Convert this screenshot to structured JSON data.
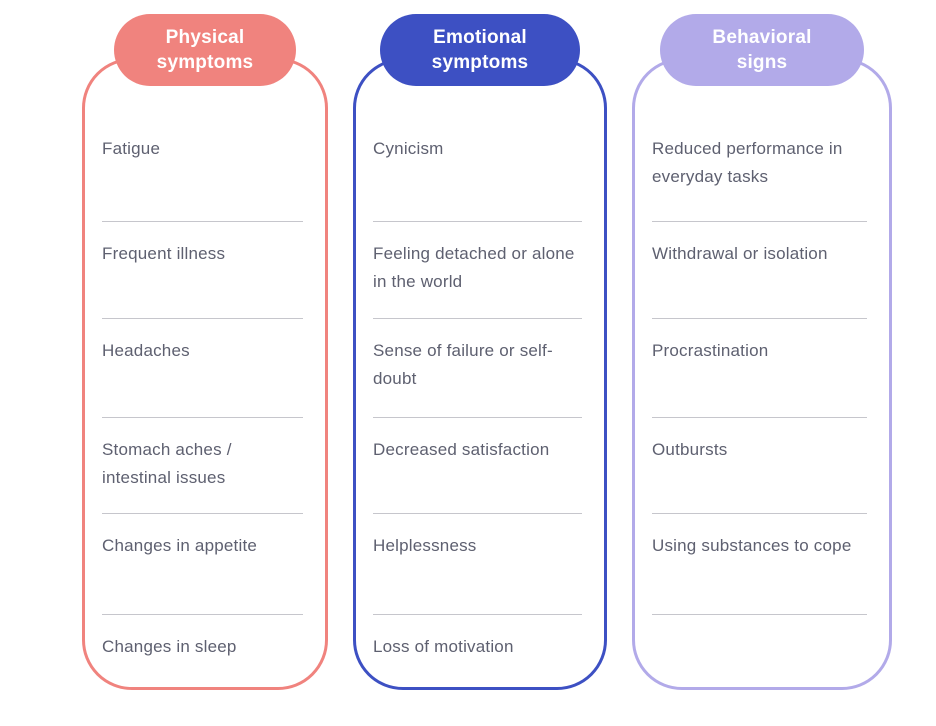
{
  "columns": [
    {
      "header": "Physical symptoms",
      "accent": "#f0837e",
      "items": [
        "Fatigue",
        "Frequent illness",
        "Headaches",
        "Stomach aches / intestinal issues",
        "Changes in appetite",
        "Changes in sleep"
      ]
    },
    {
      "header": "Emotional symptoms",
      "accent": "#3d50c3",
      "items": [
        "Cynicism",
        "Feeling detached or alone in the world",
        "Sense of failure or self-doubt",
        "Decreased satisfaction",
        "Helplessness",
        "Loss of motivation"
      ]
    },
    {
      "header": "Behavioral signs",
      "accent": "#b2aae9",
      "items": [
        "Reduced performance in everyday tasks",
        "Withdrawal or isolation",
        "Procrastination",
        "Outbursts",
        "Using substances to cope",
        ""
      ]
    }
  ],
  "colors": {
    "item_text": "#5e6070",
    "divider": "#c6c6cc",
    "header_text": "#ffffff",
    "background": "#ffffff"
  }
}
